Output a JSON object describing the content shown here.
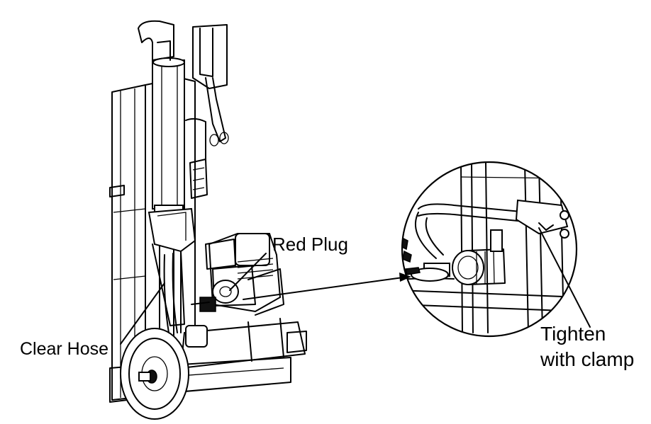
{
  "labels": {
    "red_plug": "Red Plug",
    "clear_hose": "Clear Hose",
    "tighten_line1": "Tighten",
    "tighten_line2": "with clamp"
  },
  "colors": {
    "line": "#000000",
    "background": "#ffffff"
  }
}
